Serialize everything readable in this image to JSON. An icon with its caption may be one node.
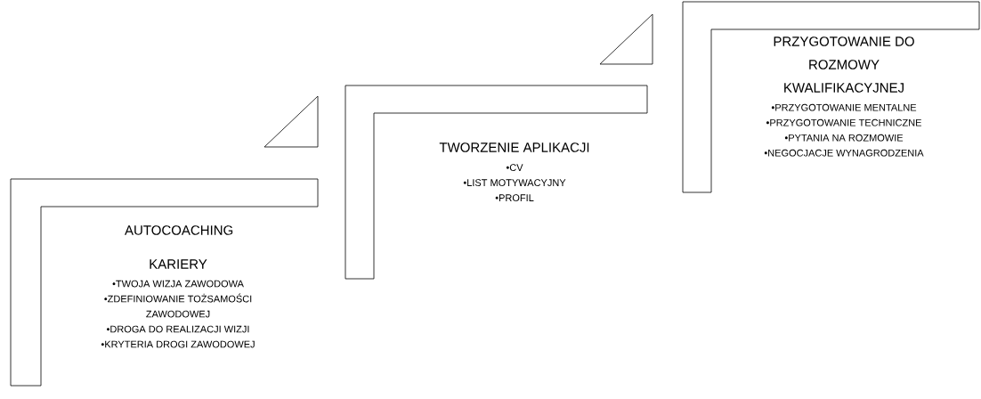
{
  "diagram": {
    "nodes": [
      {
        "text": [
          "AUTOCOACHING KARIERY",
          "•TWOJA WIZJA ZAWODOWA",
          "•ZDEFINIOWANIE TOŻSAMOŚCI ZAWODOWEJ",
          "•DROGA DO REALIZACJI WIZJI",
          "•KRYTERIA DROGI ZAWODOWEJ"
        ]
      },
      {
        "text": [
          "TWORZENIE APLIKACJI",
          "•CV",
          "•LIST MOTYWACYJNY",
          "•PROFIL"
        ]
      },
      {
        "text": [
          "PRZYGOTOWANIE DO ROZMOWY KWALIFIKACYJNEJ",
          "•PRZYGOTOWANIE MENTALNE",
          "•PRZYGOTOWANIE TECHNICZNE",
          "•PYTANIA NA ROZMOWIE",
          "•NEGOCJACJE WYNAGRODZENIA"
        ]
      }
    ]
  }
}
